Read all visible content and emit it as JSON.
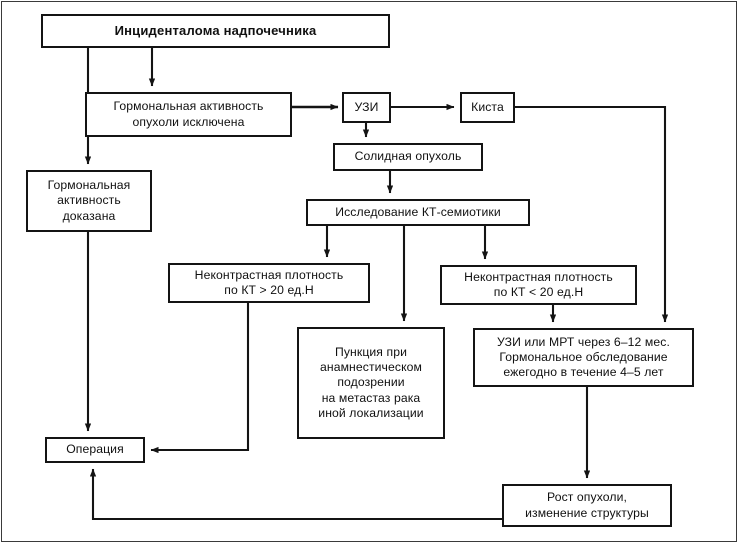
{
  "diagram": {
    "title": "Инциденталома надпочечника",
    "language": "ru",
    "type": "flowchart",
    "nodes": [
      {
        "id": "incidentaloma",
        "label": "Инциденталома надпочечника",
        "role": "root",
        "bold": true
      },
      {
        "id": "hormone-excluded",
        "label": "Гормональная активность\nопухоли исключена",
        "role": "step"
      },
      {
        "id": "hormone-proven",
        "label": "Гормональная\nактивность\nдоказана",
        "role": "step"
      },
      {
        "id": "uzi",
        "label": "УЗИ",
        "role": "step"
      },
      {
        "id": "cyst",
        "label": "Киста",
        "role": "outcome"
      },
      {
        "id": "solid-tumor",
        "label": "Солидная опухоль",
        "role": "step"
      },
      {
        "id": "ct-semiotics",
        "label": "Исследование КТ-семиотики",
        "role": "step"
      },
      {
        "id": "density-gt20",
        "label": "Неконтрастная плотность\nпо КТ > 20 ед.Н",
        "role": "decision"
      },
      {
        "id": "density-lt20",
        "label": "Неконтрастная плотность\nпо КТ < 20 ед.Н",
        "role": "decision"
      },
      {
        "id": "puncture",
        "label": "Пункция при\nанамнестическом\nподозрении\nна метастаз рака\nиной локализации",
        "role": "action"
      },
      {
        "id": "followup",
        "label": "УЗИ или МРТ через 6–12 мес.\nГормональное обследование\nежегодно в течение 4–5 лет",
        "role": "action"
      },
      {
        "id": "operation",
        "label": "Операция",
        "role": "action"
      },
      {
        "id": "tumor-growth",
        "label": "Рост опухоли,\nизменение структуры",
        "role": "outcome"
      }
    ],
    "edges": [
      {
        "from": "incidentaloma",
        "to": "hormone-proven"
      },
      {
        "from": "incidentaloma",
        "to": "hormone-excluded"
      },
      {
        "from": "hormone-excluded",
        "to": "uzi"
      },
      {
        "from": "uzi",
        "to": "cyst"
      },
      {
        "from": "uzi",
        "to": "solid-tumor"
      },
      {
        "from": "solid-tumor",
        "to": "ct-semiotics"
      },
      {
        "from": "ct-semiotics",
        "to": "density-gt20"
      },
      {
        "from": "ct-semiotics",
        "to": "puncture"
      },
      {
        "from": "ct-semiotics",
        "to": "density-lt20"
      },
      {
        "from": "cyst",
        "to": "followup"
      },
      {
        "from": "density-lt20",
        "to": "followup"
      },
      {
        "from": "density-gt20",
        "to": "operation"
      },
      {
        "from": "hormone-proven",
        "to": "operation"
      },
      {
        "from": "followup",
        "to": "tumor-growth"
      },
      {
        "from": "tumor-growth",
        "to": "operation"
      }
    ],
    "colors": {
      "stroke": "#141414",
      "background": "#ffffff",
      "text": "#101010",
      "frame": "#3a3a3a"
    }
  }
}
